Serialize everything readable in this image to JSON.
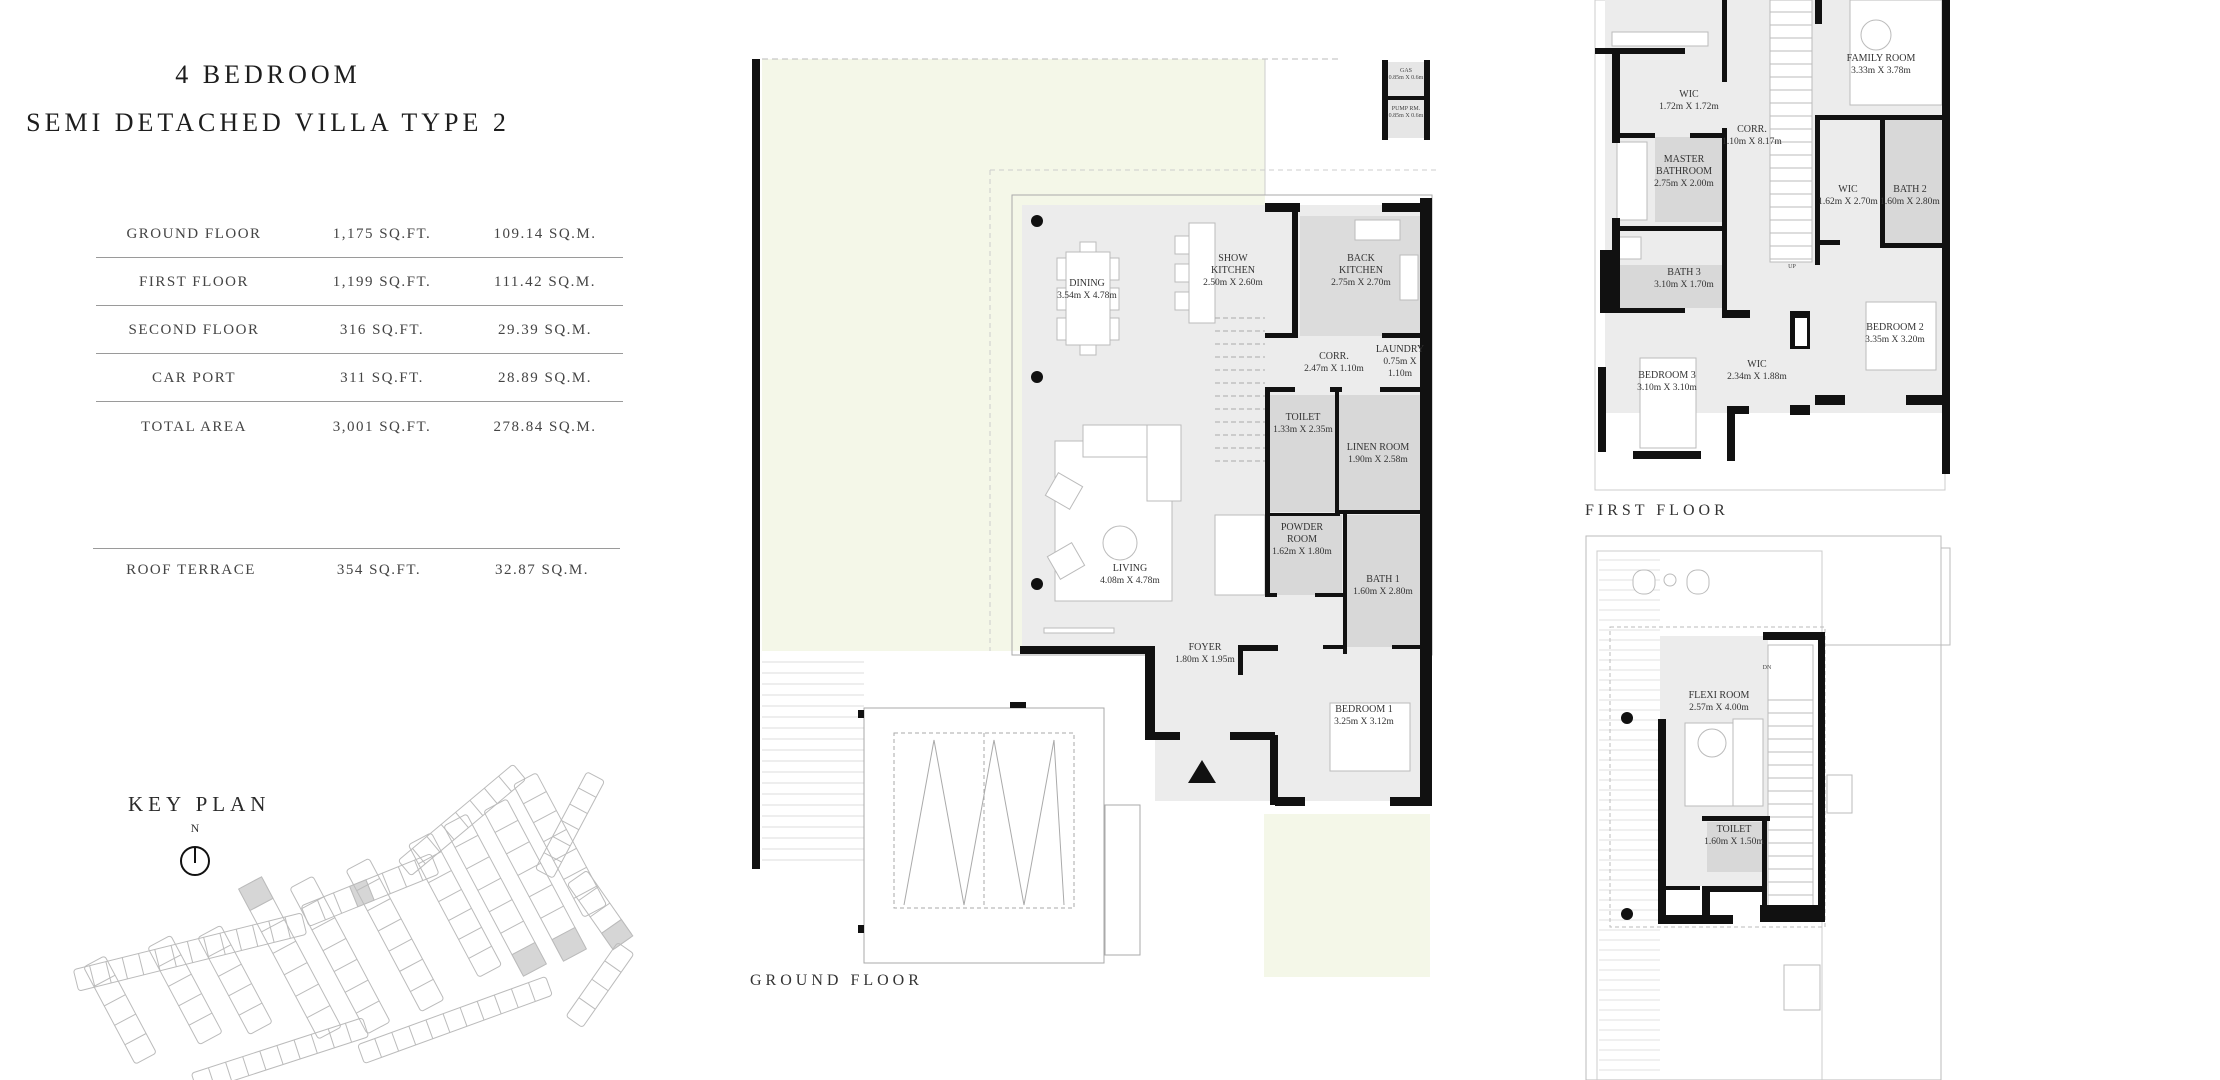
{
  "title": {
    "line1": "4 BEDROOM",
    "line2": "SEMI DETACHED VILLA TYPE 2"
  },
  "area_table": {
    "rows": [
      {
        "label": "GROUND FLOOR",
        "sqft": "1,175 SQ.FT.",
        "sqm": "109.14 SQ.M."
      },
      {
        "label": "FIRST FLOOR",
        "sqft": "1,199 SQ.FT.",
        "sqm": "111.42 SQ.M."
      },
      {
        "label": "SECOND FLOOR",
        "sqft": "316 SQ.FT.",
        "sqm": "29.39 SQ.M."
      },
      {
        "label": "CAR PORT",
        "sqft": "311 SQ.FT.",
        "sqm": "28.89 SQ.M."
      },
      {
        "label": "TOTAL AREA",
        "sqft": "3,001 SQ.FT.",
        "sqm": "278.84 SQ.M."
      }
    ],
    "roof_terrace": {
      "label": "ROOF TERRACE",
      "sqft": "354 SQ.FT.",
      "sqm": "32.87 SQ.M."
    }
  },
  "key_plan": {
    "label": "KEY PLAN",
    "north": "N"
  },
  "ground_floor": {
    "label": "GROUND FLOOR",
    "rooms": [
      {
        "id": "dining",
        "name": "DINING",
        "dims": "3.54m X 4.78m"
      },
      {
        "id": "show-kitchen",
        "name": "SHOW",
        "name2": "KITCHEN",
        "dims": "2.50m X 2.60m"
      },
      {
        "id": "back-kitchen",
        "name": "BACK",
        "name2": "KITCHEN",
        "dims": "2.75m X 2.70m"
      },
      {
        "id": "corr",
        "name": "CORR.",
        "dims": "2.47m X 1.10m"
      },
      {
        "id": "laundry",
        "name": "LAUNDRY",
        "dims": "0.75m X",
        "dims2": "1.10m"
      },
      {
        "id": "toilet",
        "name": "TOILET",
        "dims": "1.33m X 2.35m"
      },
      {
        "id": "linen-room",
        "name": "LINEN ROOM",
        "dims": "1.90m X 2.58m"
      },
      {
        "id": "powder-room",
        "name": "POWDER",
        "name2": "ROOM",
        "dims": "1.62m X 1.80m"
      },
      {
        "id": "bath-1",
        "name": "BATH 1",
        "dims": "1.60m X 2.80m"
      },
      {
        "id": "living",
        "name": "LIVING",
        "dims": "4.08m X 4.78m"
      },
      {
        "id": "foyer",
        "name": "FOYER",
        "dims": "1.80m X 1.95m"
      },
      {
        "id": "bedroom-1",
        "name": "BEDROOM 1",
        "dims": "3.25m X 3.12m"
      },
      {
        "id": "gas",
        "name": "GAS",
        "dims": "0.85m X 0.6m",
        "small": true
      },
      {
        "id": "pump-room",
        "name": "PUMP RM.",
        "dims": "0.85m X 0.6m",
        "small": true
      }
    ]
  },
  "first_floor": {
    "label": "FIRST FLOOR",
    "rooms": [
      {
        "id": "wic-master",
        "name": "WIC",
        "dims": "1.72m X 1.72m"
      },
      {
        "id": "corr",
        "name": "CORR.",
        "dims": "1.10m X 8.17m"
      },
      {
        "id": "master-bathroom",
        "name": "MASTER",
        "name2": "BATHROOM",
        "dims": "2.75m X 2.00m"
      },
      {
        "id": "family-room",
        "name": "FAMILY ROOM",
        "dims": "3.33m X 3.78m"
      },
      {
        "id": "wic-2",
        "name": "WIC",
        "dims": "1.62m X 2.70m"
      },
      {
        "id": "bath-2",
        "name": "BATH 2",
        "dims": "1.60m X 2.80m"
      },
      {
        "id": "bath-3",
        "name": "BATH 3",
        "dims": "3.10m X 1.70m"
      },
      {
        "id": "bedroom-2",
        "name": "BEDROOM 2",
        "dims": "3.35m X 3.20m"
      },
      {
        "id": "wic-3",
        "name": "WIC",
        "dims": "2.34m X 1.88m"
      },
      {
        "id": "bedroom-3",
        "name": "BEDROOM 3",
        "dims": "3.10m X 3.10m"
      }
    ],
    "stair_up": "UP"
  },
  "second_floor": {
    "rooms": [
      {
        "id": "flexi-room",
        "name": "FLEXI ROOM",
        "dims": "2.57m X 4.00m"
      },
      {
        "id": "toilet",
        "name": "TOILET",
        "dims": "1.60m X 1.50m"
      }
    ],
    "stair_down": "DN"
  },
  "colors": {
    "wall": "#111111",
    "room": "#ececec",
    "wet_room": "#d8d8d8",
    "garden": "#f4f7e8",
    "line": "#9a9a9a"
  }
}
